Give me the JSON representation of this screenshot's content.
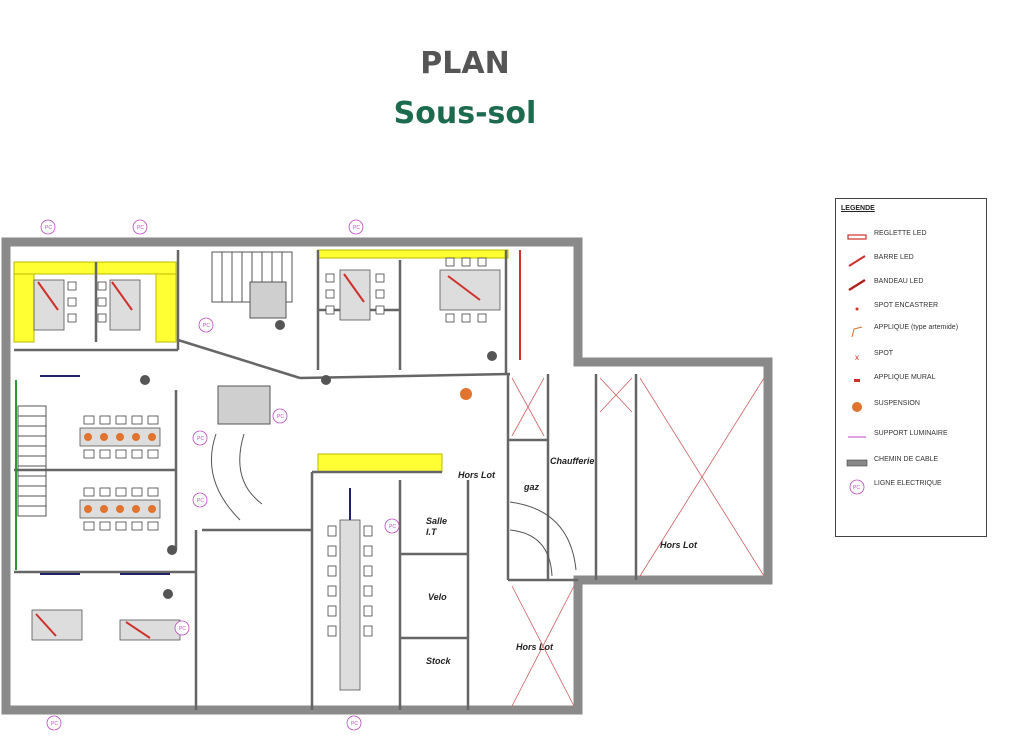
{
  "title": "PLAN",
  "subtitle": "Sous-sol",
  "colors": {
    "title": "#555555",
    "subtitle": "#1d6b4f",
    "wall": "#8a8a8a",
    "highlight": "#ffff33",
    "led": "#d0302a",
    "orange": "#e0742f",
    "pc": "#c048c0"
  },
  "rooms": {
    "hors_lot_1": "Hors Lot",
    "chaufferie": "Chaufferie",
    "gaz": "gaz",
    "salle_it": "Salle\nI.T",
    "velo": "Velo",
    "stock": "Stock",
    "hors_lot_2": "Hors Lot",
    "hors_lot_3": "Hors Lot"
  },
  "pc_marker": "PC",
  "legend": {
    "title": "LEGENDE",
    "items": [
      {
        "label": "REGLETTE LED",
        "icon": "reglette-led-icon"
      },
      {
        "label": "BARRE LED",
        "icon": "barre-led-icon"
      },
      {
        "label": "BANDEAU LED",
        "icon": "bandeau-led-icon"
      },
      {
        "label": "SPOT ENCASTRER",
        "icon": "spot-encastrer-icon"
      },
      {
        "label": "APPLIQUE (type artemide)",
        "icon": "applique-icon"
      },
      {
        "label": "SPOT",
        "icon": "spot-icon"
      },
      {
        "label": "APPLIQUE MURAL",
        "icon": "applique-mural-icon"
      },
      {
        "label": "SUSPENSION",
        "icon": "suspension-icon"
      },
      {
        "label": "SUPPORT LUMINAIRE",
        "icon": "support-luminaire-icon"
      },
      {
        "label": "CHEMIN DE CABLE",
        "icon": "chemin-de-cable-icon"
      },
      {
        "label": "LIGNE ELECTRIQUE",
        "icon": "ligne-electrique-icon"
      }
    ]
  }
}
